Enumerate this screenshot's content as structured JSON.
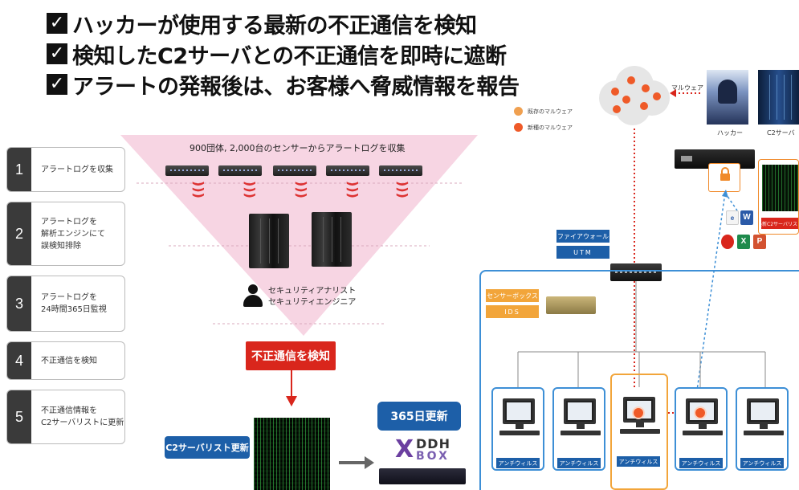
{
  "headline": {
    "check_icon": "check-icon",
    "lines": [
      "ハッカーが使用する最新の不正通信を検知",
      "検知したC2サーバとの不正通信を即時に遮断",
      "アラートの発報後は、お客様へ脅威情報を報告"
    ]
  },
  "steps": [
    {
      "num": "1",
      "text": "アラートログを収集"
    },
    {
      "num": "2",
      "text": "アラートログを\n解析エンジンにて\n誤検知排除"
    },
    {
      "num": "3",
      "text": "アラートログを\n24時間365日監視"
    },
    {
      "num": "4",
      "text": "不正通信を検知"
    },
    {
      "num": "5",
      "text": "不正通信情報を\nC2サーバリストに更新"
    }
  ],
  "funnel": {
    "collect_label": "900団体, 2,000台のセンサーからアラートログを収集",
    "analyst_line1": "セキュリティアナリスト",
    "analyst_line2": "セキュリティエンジニア",
    "detect_label": "不正通信を検知",
    "funnel_color": "#f7d5e3"
  },
  "bottom": {
    "c2_list_label": "C2サーバリスト更新",
    "update_label": "365日更新",
    "ddh_word1": "DDH",
    "ddh_word2": "BOX"
  },
  "network": {
    "legend": [
      {
        "label": "既存のマルウェア",
        "color": "#f0a050"
      },
      {
        "label": "新種のマルウェア",
        "color": "#ef5a28"
      }
    ],
    "malware_label": "マルウェア",
    "hacker_label": "ハッカー",
    "c2_server_label": "C2サーバ",
    "c2_list_label": "最新C2サーバリスト",
    "firewall_label": "ファイアウォール",
    "utm_label": "UTM",
    "sensor_label": "センサーボックス",
    "ids_label": "IDS",
    "antivirus_labels": [
      "アンチウィルス",
      "アンチウィルス",
      "アンチウィルス",
      "アンチウィルス",
      "アンチウィルス"
    ],
    "accent_blue": "#1d5fa8",
    "accent_orange": "#f2a53a",
    "alert_red": "#d9261c"
  }
}
